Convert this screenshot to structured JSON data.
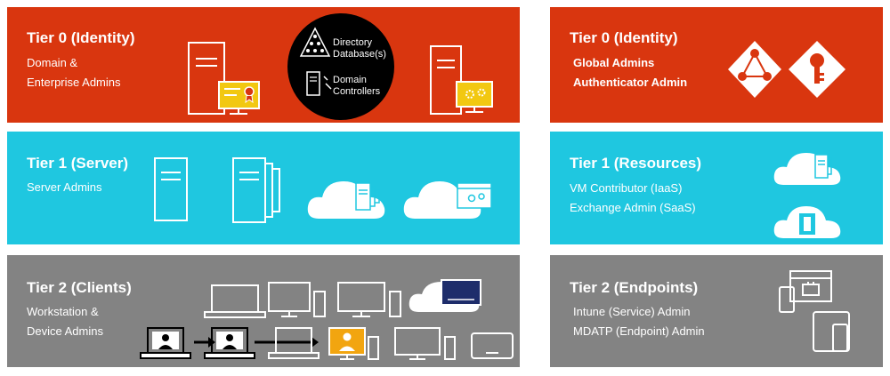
{
  "left": {
    "tier0": {
      "title": "Tier 0 (Identity)",
      "lines": [
        "Domain &",
        "Enterprise Admins"
      ],
      "circle": {
        "dir_lines": [
          "Directory",
          "Database(s)"
        ],
        "dc_lines": [
          "Domain",
          "Controllers"
        ]
      }
    },
    "tier1": {
      "title": "Tier 1 (Server)",
      "lines": [
        "Server Admins"
      ]
    },
    "tier2": {
      "title": "Tier 2 (Clients)",
      "lines": [
        "Workstation &",
        "Device Admins"
      ]
    }
  },
  "right": {
    "tier0": {
      "title": "Tier 0 (Identity)",
      "lines": [
        "Global Admins",
        "Authenticator Admin"
      ]
    },
    "tier1": {
      "title": "Tier 1 (Resources)",
      "lines": [
        "VM Contributor (IaaS)",
        "Exchange Admin (SaaS)"
      ]
    },
    "tier2": {
      "title": "Tier 2 (Endpoints)",
      "lines": [
        "Intune (Service) Admin",
        "MDATP (Endpoint) Admin"
      ]
    }
  },
  "colors": {
    "tier0": "#d9360f",
    "tier1": "#1fc7e0",
    "tier2": "#838383",
    "accent_yellow": "#f2c811",
    "circle": "#000000"
  }
}
